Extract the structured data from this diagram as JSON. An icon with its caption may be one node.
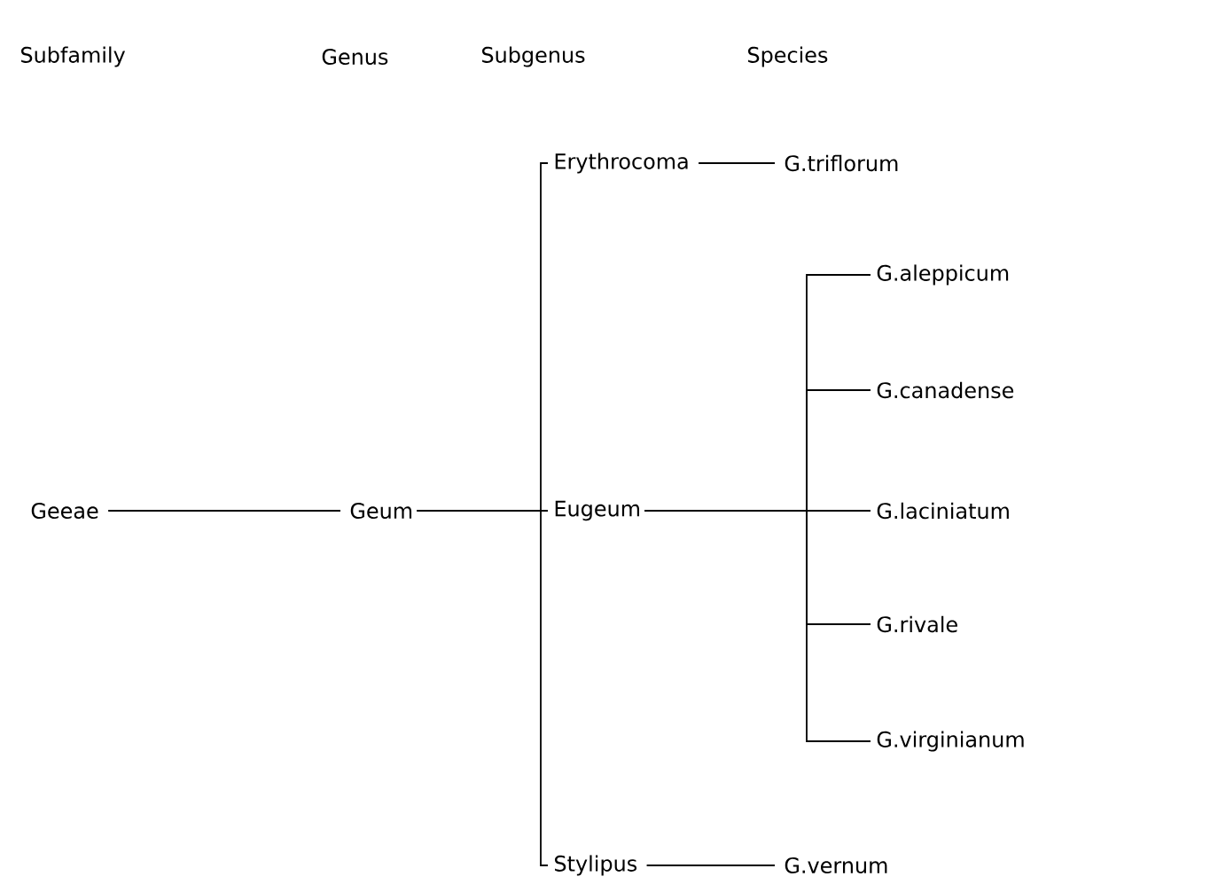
{
  "diagram": {
    "nodes": [
      {
        "text": [
          "Geeae"
        ]
      },
      {
        "text": [
          "Geum"
        ]
      },
      {
        "text": [
          "Erythrocoma"
        ]
      },
      {
        "text": [
          "Eugeum"
        ]
      },
      {
        "text": [
          "Stylipus"
        ]
      },
      {
        "text": [
          "G.triflorum"
        ]
      },
      {
        "text": [
          "G.aleppicum"
        ]
      },
      {
        "text": [
          "G.canadense"
        ]
      },
      {
        "text": [
          "G.laciniatum"
        ]
      },
      {
        "text": [
          "G.rivale"
        ]
      },
      {
        "text": [
          "G.virginianum"
        ]
      },
      {
        "text": [
          "G.vernum"
        ]
      }
    ],
    "edges": [
      {
        "from": 0,
        "to": 1,
        "arrow": "none"
      },
      {
        "from": 1,
        "to": 2,
        "arrow": "none"
      },
      {
        "from": 1,
        "to": 3,
        "arrow": "none"
      },
      {
        "from": 1,
        "to": 4,
        "arrow": "none"
      },
      {
        "from": 2,
        "to": 5,
        "arrow": "none"
      },
      {
        "from": 3,
        "to": 6,
        "arrow": "none"
      },
      {
        "from": 3,
        "to": 7,
        "arrow": "none"
      },
      {
        "from": 3,
        "to": 8,
        "arrow": "none"
      },
      {
        "from": 3,
        "to": 9,
        "arrow": "none"
      },
      {
        "from": 3,
        "to": 10,
        "arrow": "none"
      },
      {
        "from": 4,
        "to": 11,
        "arrow": "none"
      }
    ],
    "labels": [
      "Subfamily",
      "Genus",
      "Subgenus",
      "Species"
    ]
  }
}
